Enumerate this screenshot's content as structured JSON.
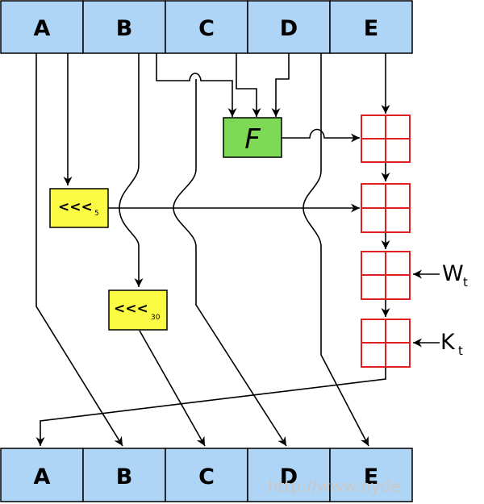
{
  "top_registers": [
    "A",
    "B",
    "C",
    "D",
    "E"
  ],
  "bottom_registers": [
    "A",
    "B",
    "C",
    "D",
    "E"
  ],
  "function_block": {
    "label": "F"
  },
  "rotate_5": {
    "label": "<<<",
    "amount": "5"
  },
  "rotate_30": {
    "label": "<<<",
    "amount": "30"
  },
  "inputs": {
    "w": {
      "label": "W",
      "sub": "t"
    },
    "k": {
      "label": "K",
      "sub": "t"
    }
  },
  "watermark": "http://www.nyde",
  "colors": {
    "register_fill": "#afd5f6",
    "function_fill": "#7ed957",
    "rotate_fill": "#fbfb43",
    "adder_stroke": "#e02020"
  }
}
